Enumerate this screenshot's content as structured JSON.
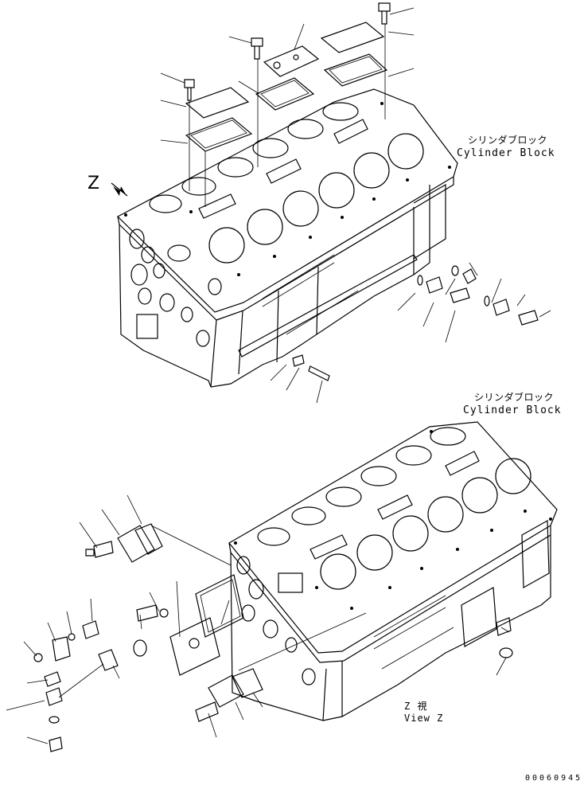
{
  "top_block_label": {
    "jp": "シリンダブロック",
    "en": "Cylinder Block"
  },
  "bottom_block_label": {
    "jp": "シリンダブロック",
    "en": "Cylinder Block"
  },
  "view_arrow_letter": "Z",
  "view_caption": {
    "jp": "Z 視",
    "en": "View Z"
  },
  "drawing_number": "00060945"
}
